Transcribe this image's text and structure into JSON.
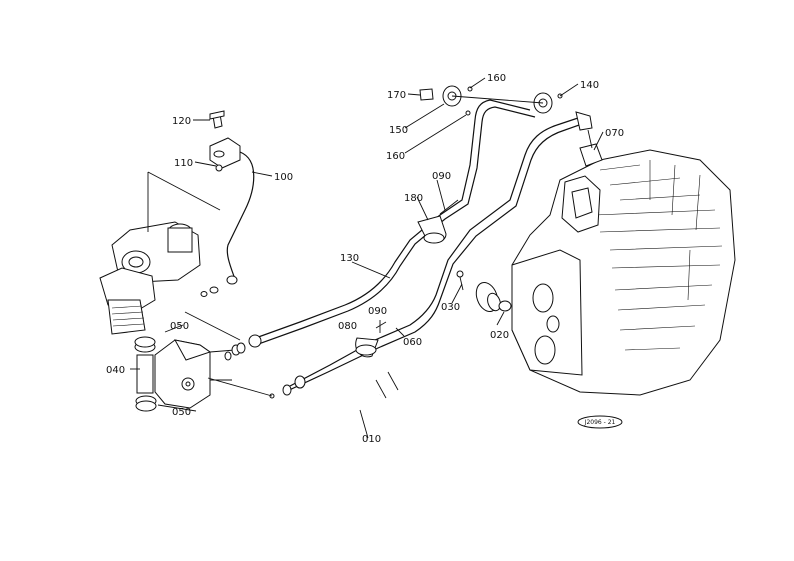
{
  "part_labels": {
    "p010": "010",
    "p020": "020",
    "p030": "030",
    "p040": "040",
    "p050a": "050",
    "p050b": "050",
    "p060": "060",
    "p070": "070",
    "p080": "080",
    "p090a": "090",
    "p090b": "090",
    "p100": "100",
    "p110": "110",
    "p120": "120",
    "p130": "130",
    "p140": "140",
    "p150": "150",
    "p160a": "160",
    "p160b": "160",
    "p170": "170",
    "p180": "180"
  },
  "drawing_ref": "J2096 - 21"
}
